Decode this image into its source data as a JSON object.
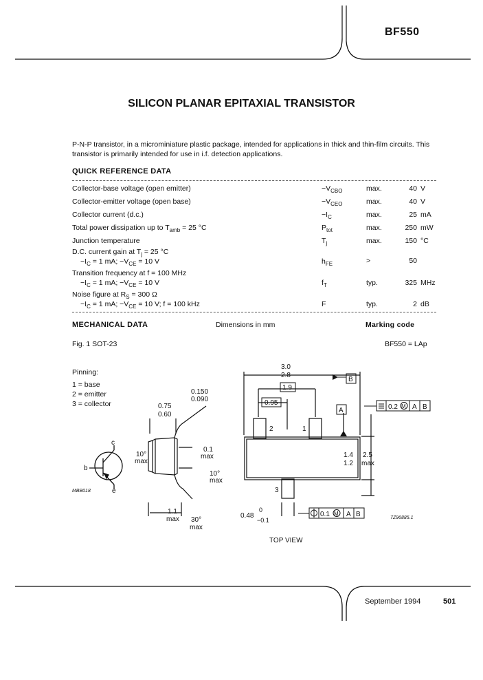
{
  "header": {
    "part_number": "BF550"
  },
  "title": "SILICON PLANAR EPITAXIAL TRANSISTOR",
  "intro": "P-N-P transistor, in a microminiature plastic package, intended for applications in thick and thin-film circuits. This transistor is primarily intended for use in i.f. detection applications.",
  "quick_reference": {
    "heading": "QUICK REFERENCE DATA",
    "rows": [
      {
        "param": "Collector-base voltage (open emitter)",
        "sym": "−V",
        "sub": "CBO",
        "limit": "max.",
        "value": "40",
        "unit": "V"
      },
      {
        "param": "Collector-emitter voltage (open base)",
        "sym": "−V",
        "sub": "CEO",
        "limit": "max.",
        "value": "40",
        "unit": "V"
      },
      {
        "param": "Collector current (d.c.)",
        "sym": "−I",
        "sub": "C",
        "limit": "max.",
        "value": "25",
        "unit": "mA"
      },
      {
        "param": "Total power dissipation up to T",
        "psub": "amb",
        "ptail": " = 25 °C",
        "sym": "P",
        "sub": "tot",
        "limit": "max.",
        "value": "250",
        "unit": "mW"
      },
      {
        "param": "Junction temperature",
        "sym": "T",
        "sub": "j",
        "limit": "max.",
        "value": "150",
        "unit": "°C"
      }
    ],
    "dc_gain": {
      "line1": "D.C. current gain at T",
      "line1_sub": "j",
      "line1_tail": " = 25 °C",
      "line2": "−I",
      "line2_sub1": "C",
      "line2_mid": " = 1 mA; −V",
      "line2_sub2": "CE",
      "line2_tail": " = 10 V",
      "sym": "h",
      "sub": "FE",
      "limit": ">",
      "value": "50",
      "unit": ""
    },
    "transition": {
      "line1": "Transition frequency at f = 100 MHz",
      "line2": "−I",
      "line2_sub1": "C",
      "line2_mid": " = 1 mA; −V",
      "line2_sub2": "CE",
      "line2_tail": " = 10 V",
      "sym": "f",
      "sub": "T",
      "limit": "typ.",
      "value": "325",
      "unit": "MHz"
    },
    "noise": {
      "line1": "Noise figure at R",
      "line1_sub": "S",
      "line1_tail": " = 300 Ω",
      "line2": "−I",
      "line2_sub1": "C",
      "line2_mid": " = 1 mA; −V",
      "line2_sub2": "CE",
      "line2_tail": " = 10 V; f = 100 kHz",
      "sym": "F",
      "sub": "",
      "limit": "typ.",
      "value": "2",
      "unit": "dB"
    }
  },
  "mechanical": {
    "heading": "MECHANICAL DATA",
    "dims_note": "Dimensions in mm",
    "marking_heading": "Marking code",
    "fig_caption": "Fig. 1 SOT-23",
    "marking_value": "BF550 = LAp",
    "pinning_title": "Pinning:",
    "pins": [
      "1 = base",
      "2 = emitter",
      "3 = collector"
    ],
    "top_view": "TOP VIEW",
    "symbol_code": "MBB018",
    "drawing_code": "7Z96885.1",
    "labels": {
      "d0150": "0.150",
      "d0090": "0.090",
      "d075": "0.75",
      "d060": "0.60",
      "d01": "0.1",
      "max": "max",
      "d10deg": "10°",
      "d11": "1.1",
      "d30deg": "30°",
      "d30": "3.0",
      "d28": "2.8",
      "d19": "1.9",
      "d095": "0.95",
      "d14": "1.4",
      "d12": "1.2",
      "d25": "2.5",
      "d048": "0.48",
      "d0": "0",
      "dm01": "−0.1",
      "tol1": "0.2",
      "tol2": "0.1",
      "datumA": "A",
      "datumB": "B",
      "pin1": "1",
      "pin2": "2",
      "pin3": "3",
      "c": "c",
      "b": "b",
      "e": "e",
      "M": "M"
    }
  },
  "footer": {
    "date": "September 1994",
    "page": "501"
  }
}
